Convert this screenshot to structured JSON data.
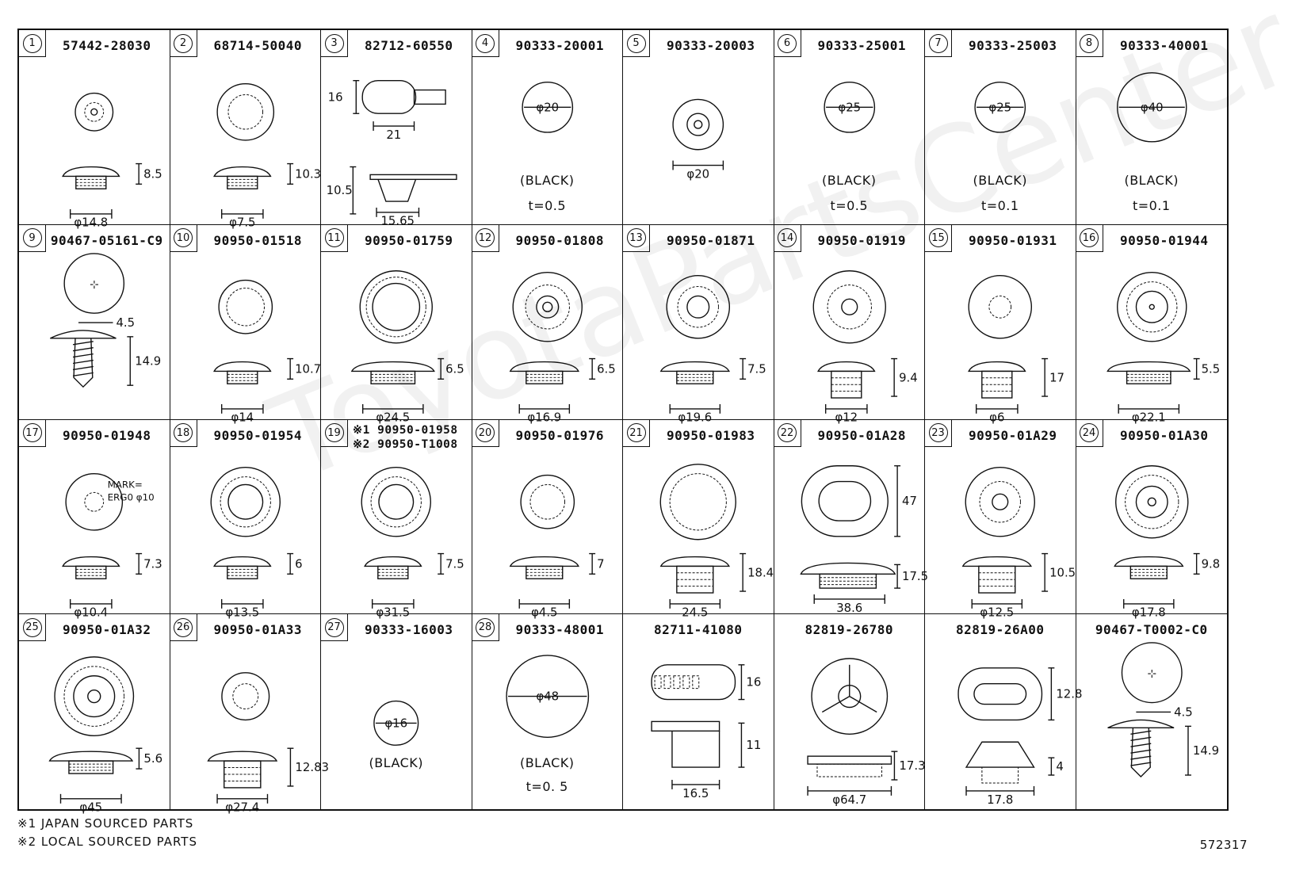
{
  "parts": [
    {
      "index": "1",
      "part_no": "57442-28030",
      "dims": [
        "8.5",
        "φ14.8"
      ]
    },
    {
      "index": "2",
      "part_no": "68714-50040",
      "dims": [
        "10.3",
        "φ7.5"
      ]
    },
    {
      "index": "3",
      "part_no": "82712-60550",
      "dims": [
        "16",
        "21",
        "10.5",
        "15.65"
      ]
    },
    {
      "index": "4",
      "part_no": "90333-20001",
      "dims": [
        "φ20"
      ],
      "color": "(BLACK)",
      "thickness": "t=0.5"
    },
    {
      "index": "5",
      "part_no": "90333-20003",
      "dims": [
        "φ20"
      ]
    },
    {
      "index": "6",
      "part_no": "90333-25001",
      "dims": [
        "φ25"
      ],
      "color": "(BLACK)",
      "thickness": "t=0.5"
    },
    {
      "index": "7",
      "part_no": "90333-25003",
      "dims": [
        "φ25"
      ],
      "color": "(BLACK)",
      "thickness": "t=0.1"
    },
    {
      "index": "8",
      "part_no": "90333-40001",
      "dims": [
        "φ40"
      ],
      "color": "(BLACK)",
      "thickness": "t=0.1"
    },
    {
      "index": "9",
      "part_no": "90467-05161-C9",
      "dims": [
        "4.5",
        "14.9"
      ]
    },
    {
      "index": "10",
      "part_no": "90950-01518",
      "dims": [
        "10.7",
        "φ14"
      ]
    },
    {
      "index": "11",
      "part_no": "90950-01759",
      "dims": [
        "6.5",
        "φ24.5"
      ]
    },
    {
      "index": "12",
      "part_no": "90950-01808",
      "dims": [
        "6.5",
        "φ16.9"
      ]
    },
    {
      "index": "13",
      "part_no": "90950-01871",
      "dims": [
        "7.5",
        "φ19.6"
      ]
    },
    {
      "index": "14",
      "part_no": "90950-01919",
      "dims": [
        "9.4",
        "φ12"
      ]
    },
    {
      "index": "15",
      "part_no": "90950-01931",
      "dims": [
        "17",
        "φ6"
      ]
    },
    {
      "index": "16",
      "part_no": "90950-01944",
      "dims": [
        "5.5",
        "φ22.1"
      ]
    },
    {
      "index": "17",
      "part_no": "90950-01948",
      "dims": [
        "7.3",
        "φ10.4"
      ],
      "mark": [
        "MARK=",
        "ERG0 φ10"
      ]
    },
    {
      "index": "18",
      "part_no": "90950-01954",
      "dims": [
        "6",
        "φ13.5"
      ]
    },
    {
      "index": "19",
      "part_no_lines": [
        "※1 90950-01958",
        "※2 90950-T1008"
      ],
      "dims": [
        "7.5",
        "φ31.5"
      ]
    },
    {
      "index": "20",
      "part_no": "90950-01976",
      "dims": [
        "7",
        "φ4.5"
      ]
    },
    {
      "index": "21",
      "part_no": "90950-01983",
      "dims": [
        "18.4",
        "24.5"
      ]
    },
    {
      "index": "22",
      "part_no": "90950-01A28",
      "dims": [
        "47",
        "17.5",
        "38.6"
      ]
    },
    {
      "index": "23",
      "part_no": "90950-01A29",
      "dims": [
        "10.5",
        "φ12.5"
      ]
    },
    {
      "index": "24",
      "part_no": "90950-01A30",
      "dims": [
        "9.8",
        "φ17.8"
      ]
    },
    {
      "index": "25",
      "part_no": "90950-01A32",
      "dims": [
        "5.6",
        "φ45"
      ]
    },
    {
      "index": "26",
      "part_no": "90950-01A33",
      "dims": [
        "12.83",
        "φ27.4"
      ]
    },
    {
      "index": "27",
      "part_no": "90333-16003",
      "dims": [
        "φ16"
      ],
      "color": "(BLACK)"
    },
    {
      "index": "28",
      "part_no": "90333-48001",
      "dims": [
        "φ48"
      ],
      "color": "(BLACK)",
      "thickness": "t=0. 5"
    },
    {
      "index": "",
      "part_no": "82711-41080",
      "dims": [
        "16",
        "11",
        "16.5"
      ]
    },
    {
      "index": "",
      "part_no": "82819-26780",
      "dims": [
        "17.3",
        "φ64.7"
      ]
    },
    {
      "index": "",
      "part_no": "82819-26A00",
      "dims": [
        "12.8",
        "4",
        "17.8"
      ]
    },
    {
      "index": "",
      "part_no": "90467-T0002-C0",
      "dims": [
        "4.5",
        "14.9"
      ]
    }
  ],
  "footnotes": [
    "※1 JAPAN SOURCED PARTS",
    "※2 LOCAL SOURCED PARTS"
  ],
  "drawing_number": "572317",
  "watermark": "ToyotaPartsCenter"
}
